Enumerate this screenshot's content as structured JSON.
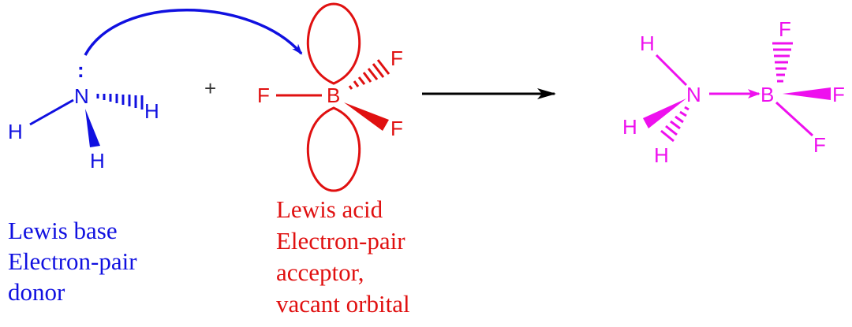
{
  "colors": {
    "base": "#1010e0",
    "acid": "#e01010",
    "adduct": "#ee10ee",
    "arrow": "#000000"
  },
  "ammonia": {
    "nitrogen": "N",
    "lone_pair": ":",
    "hydrogen_left": "H",
    "hydrogen_hashed": "H",
    "hydrogen_wedge": "H"
  },
  "plus_sign": "+",
  "boron_trifluoride": {
    "boron": "B",
    "fluorine_left": "F",
    "fluorine_hashed": "F",
    "fluorine_wedge": "F"
  },
  "adduct": {
    "hydrogen_top": "H",
    "hydrogen_wedge": "H",
    "hydrogen_hashed": "H",
    "nitrogen": "N",
    "boron": "B",
    "fluorine_top": "F",
    "fluorine_right": "F",
    "fluorine_bottom": "F"
  },
  "captions": {
    "base": [
      "Lewis base",
      "Electron-pair",
      "donor"
    ],
    "acid": [
      "Lewis acid",
      "Electron-pair",
      "acceptor,",
      "vacant orbital"
    ]
  }
}
